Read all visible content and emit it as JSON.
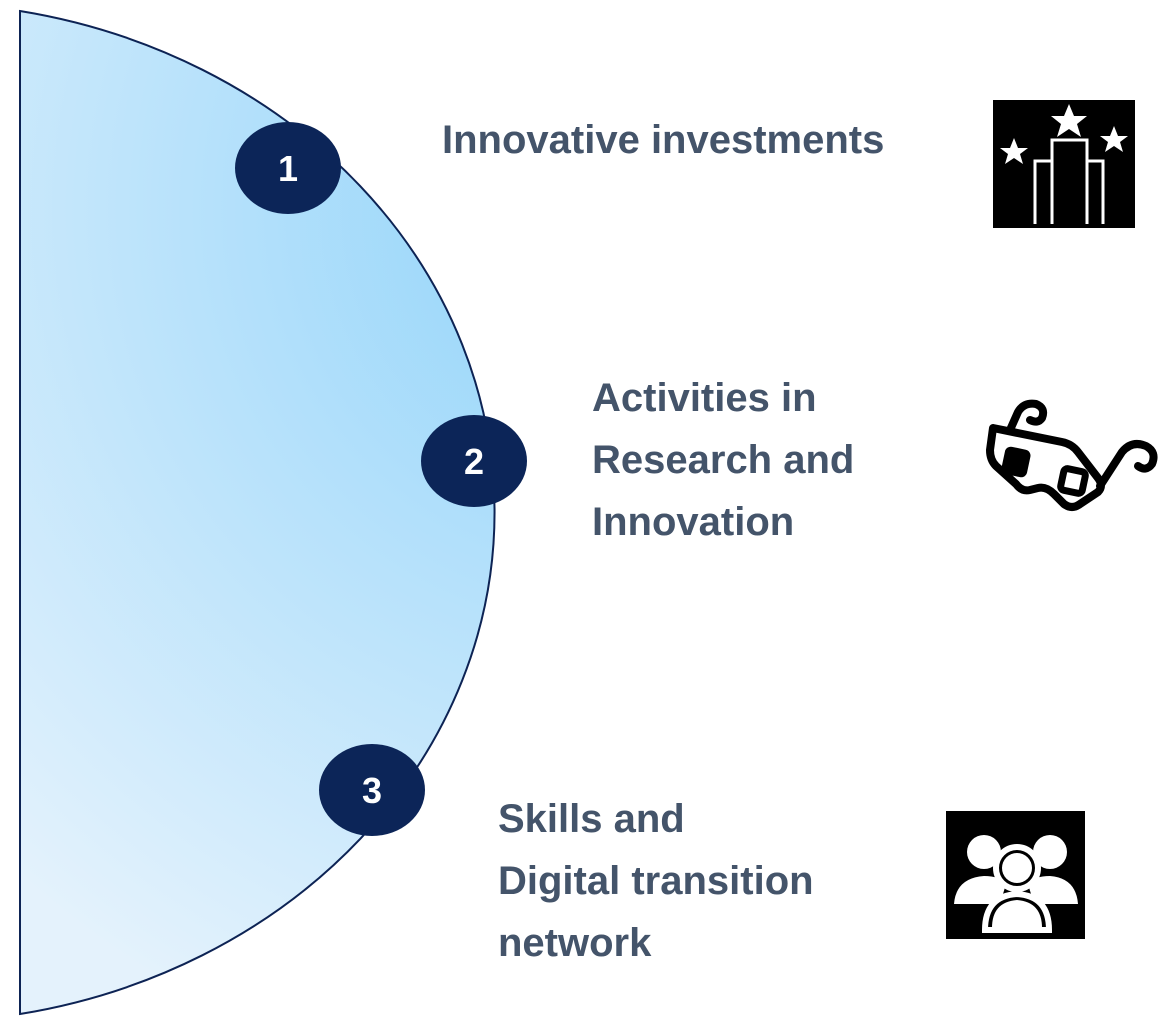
{
  "colors": {
    "circle_fill_center": "#8fd3fa",
    "circle_fill_edge": "#dceefb",
    "circle_stroke": "#0d2354",
    "badge_fill": "#0c2558",
    "badge_text": "#ffffff",
    "label_text": "#44546a",
    "icon_fill": "#000000"
  },
  "items": [
    {
      "number": "1",
      "label_lines": [
        "Innovative investments"
      ],
      "icon": "podium-stars-icon"
    },
    {
      "number": "2",
      "label_lines": [
        "Activities in",
        "Research and",
        "Innovation"
      ],
      "icon": "3d-glasses-icon"
    },
    {
      "number": "3",
      "label_lines": [
        "Skills and",
        "Digital transition",
        "network"
      ],
      "icon": "group-people-icon"
    }
  ]
}
